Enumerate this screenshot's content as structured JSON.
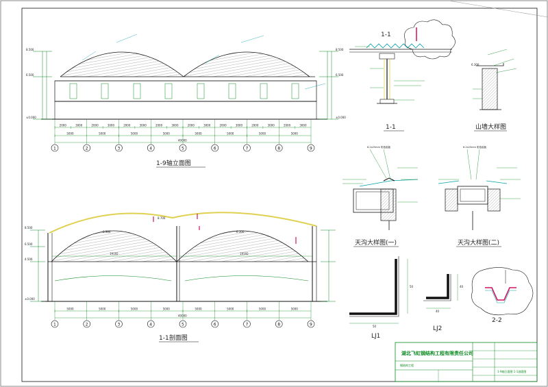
{
  "titles": {
    "elevation": "1-9轴立面图",
    "section": "1-1剖面图",
    "detail_11": "1-1",
    "gable": "山墙大样图",
    "gutter1": "天沟大样图(一)",
    "gutter2": "天沟大样图(二)",
    "lj1": "LJ1",
    "lj2": "LJ2",
    "sec22": "2-2"
  },
  "axes": [
    "1",
    "2",
    "3",
    "4",
    "5",
    "6",
    "7",
    "8",
    "9"
  ],
  "dims": {
    "bay": "5000",
    "total": "40000",
    "sub_elev": [
      "2000",
      "3000",
      "2000",
      "3000",
      "2000",
      "3000",
      "2000",
      "3000",
      "2000",
      "3000",
      "2000",
      "3000",
      "2000",
      "3000",
      "2000",
      "3000"
    ],
    "span": "19192",
    "levels_elev": [
      "8.500",
      "6.500",
      "±0.000"
    ],
    "levels_sec": [
      "8.500",
      "6.500",
      "4.500",
      "±0.000"
    ],
    "ridge": "8.700",
    "eave": "6.300",
    "gutter_note": "6.2x25mm 彩色铝板",
    "lj1_dims": [
      "50",
      "50"
    ],
    "lj2_dims": [
      "40",
      "40"
    ]
  },
  "title_block": {
    "company": "湖北飞虹钢结构工程有限责任公司",
    "project": "钢结构工程",
    "drawing": "1-9轴立面图 1-1剖面图"
  },
  "colors": {
    "line": "#111111",
    "annotation": "#00a0a8",
    "leader": "#0a8a20",
    "accent": "#d01060",
    "highlight": "#e0d050",
    "hatch": "#555555"
  }
}
